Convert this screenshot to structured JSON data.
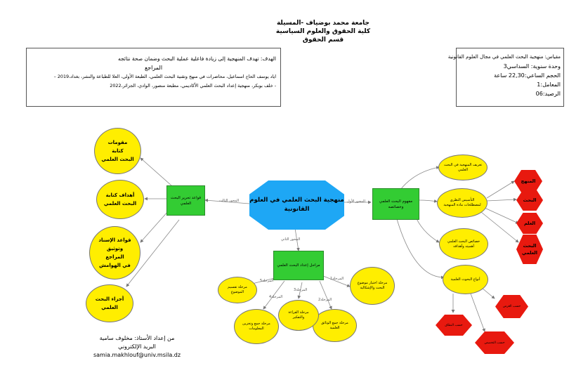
{
  "header": {
    "university": "جامعة محمد بوضياف -المسيلة",
    "faculty": "كلية الحقوق والعلوم السياسية",
    "department": "قسم الحقوق"
  },
  "goal_box": {
    "goal": "الهدف: تهدف المنهجية إلى زيادة فاعلية عملية البحث وضمان صحة نتائجه",
    "refs_title": "المراجع",
    "ref1": "اياد يوسف الحاج اسماعيل، محاضرات في منهج وتقنية البحث العلمي، الطبعة الأولى، العلا للطباعة والنشر، بغداد،2019 –",
    "ref2": "- خلف بوبكر، منهجية إعداد البحث العلمي الأكاديمي، مطبعة منصور، الوادي، الجزائر،2022"
  },
  "info_box": {
    "course": "مقياس: منهجية البحث العلمي في مجال العلوم القانونية",
    "unit": "وحدة سنوية: السداسي3",
    "hours": "الحجم الساعي:22,30 ساعة",
    "coef": "المعامل:1",
    "credit": "الرصيد:06"
  },
  "center": {
    "title_l1": "منهجية البحث العلمي في العلوم",
    "title_l2": "القانونية"
  },
  "axes": {
    "axis1": "المحور الأول",
    "axis2": "المحور الثاني",
    "axis3": "المحور الثالث"
  },
  "green": {
    "left": "قواعد تحرير البحث العلمي",
    "right": "مفهوم البحث العلمي وخصائصه",
    "bottom": "مراحل إعداد البحث العلمي"
  },
  "left_ellipses": {
    "e1": [
      "مقومات",
      "كتابة",
      "البحث العلمي"
    ],
    "e2": [
      "أهداف كتابة",
      "البحث العلمي"
    ],
    "e3": [
      "قواعد الإسناد",
      "وتوثيق",
      "المراجع",
      "في الهوامش"
    ],
    "e4": [
      "أجزاء البحث",
      "العلمي"
    ]
  },
  "right_ellipses": {
    "r1": "تعريف المنهجية في البحث العلمي",
    "r2": "التأسيس النظري لمصطلحات مادة المنهجية",
    "r3": "خصائص البحث العلمي أهميته وأهدافه",
    "r4": "أنواع البحوث العلمية"
  },
  "hexagons": {
    "h1": "المنهج",
    "h2": "البحث",
    "h3": "العلم",
    "h4": [
      "البحث",
      "العلمي"
    ],
    "h5": "حسب الغرض",
    "h6": "حسب النطاق",
    "h7": "حسب التخصص"
  },
  "stages": {
    "s1": "مرحلة اختيار موضوع البحث والإشكالية",
    "s2": "مرحلة جمع الوثائق العلمية",
    "s3": "مرحلة القراءة والتفكير",
    "s4": "مرحلة جمع وتخزين المعلومات",
    "s5": "مرحلة تقسيم الموضوع"
  },
  "stage_labels": {
    "l1": "المرحلة1",
    "l2": "المرحلة2",
    "l3": "المرحلة3",
    "l4": "المرحلة4",
    "l5": "المرحلة5"
  },
  "footer": {
    "prepared": "من إعداد الأستاذ: مخلوف سامية",
    "email_label": "البريد الإلكتروني",
    "email": "samia.makhlouf@univ.msila.dz"
  },
  "colors": {
    "yellow": "#ffee00",
    "green": "#33cc33",
    "blue": "#1ea7f5",
    "red": "#e8190f"
  }
}
